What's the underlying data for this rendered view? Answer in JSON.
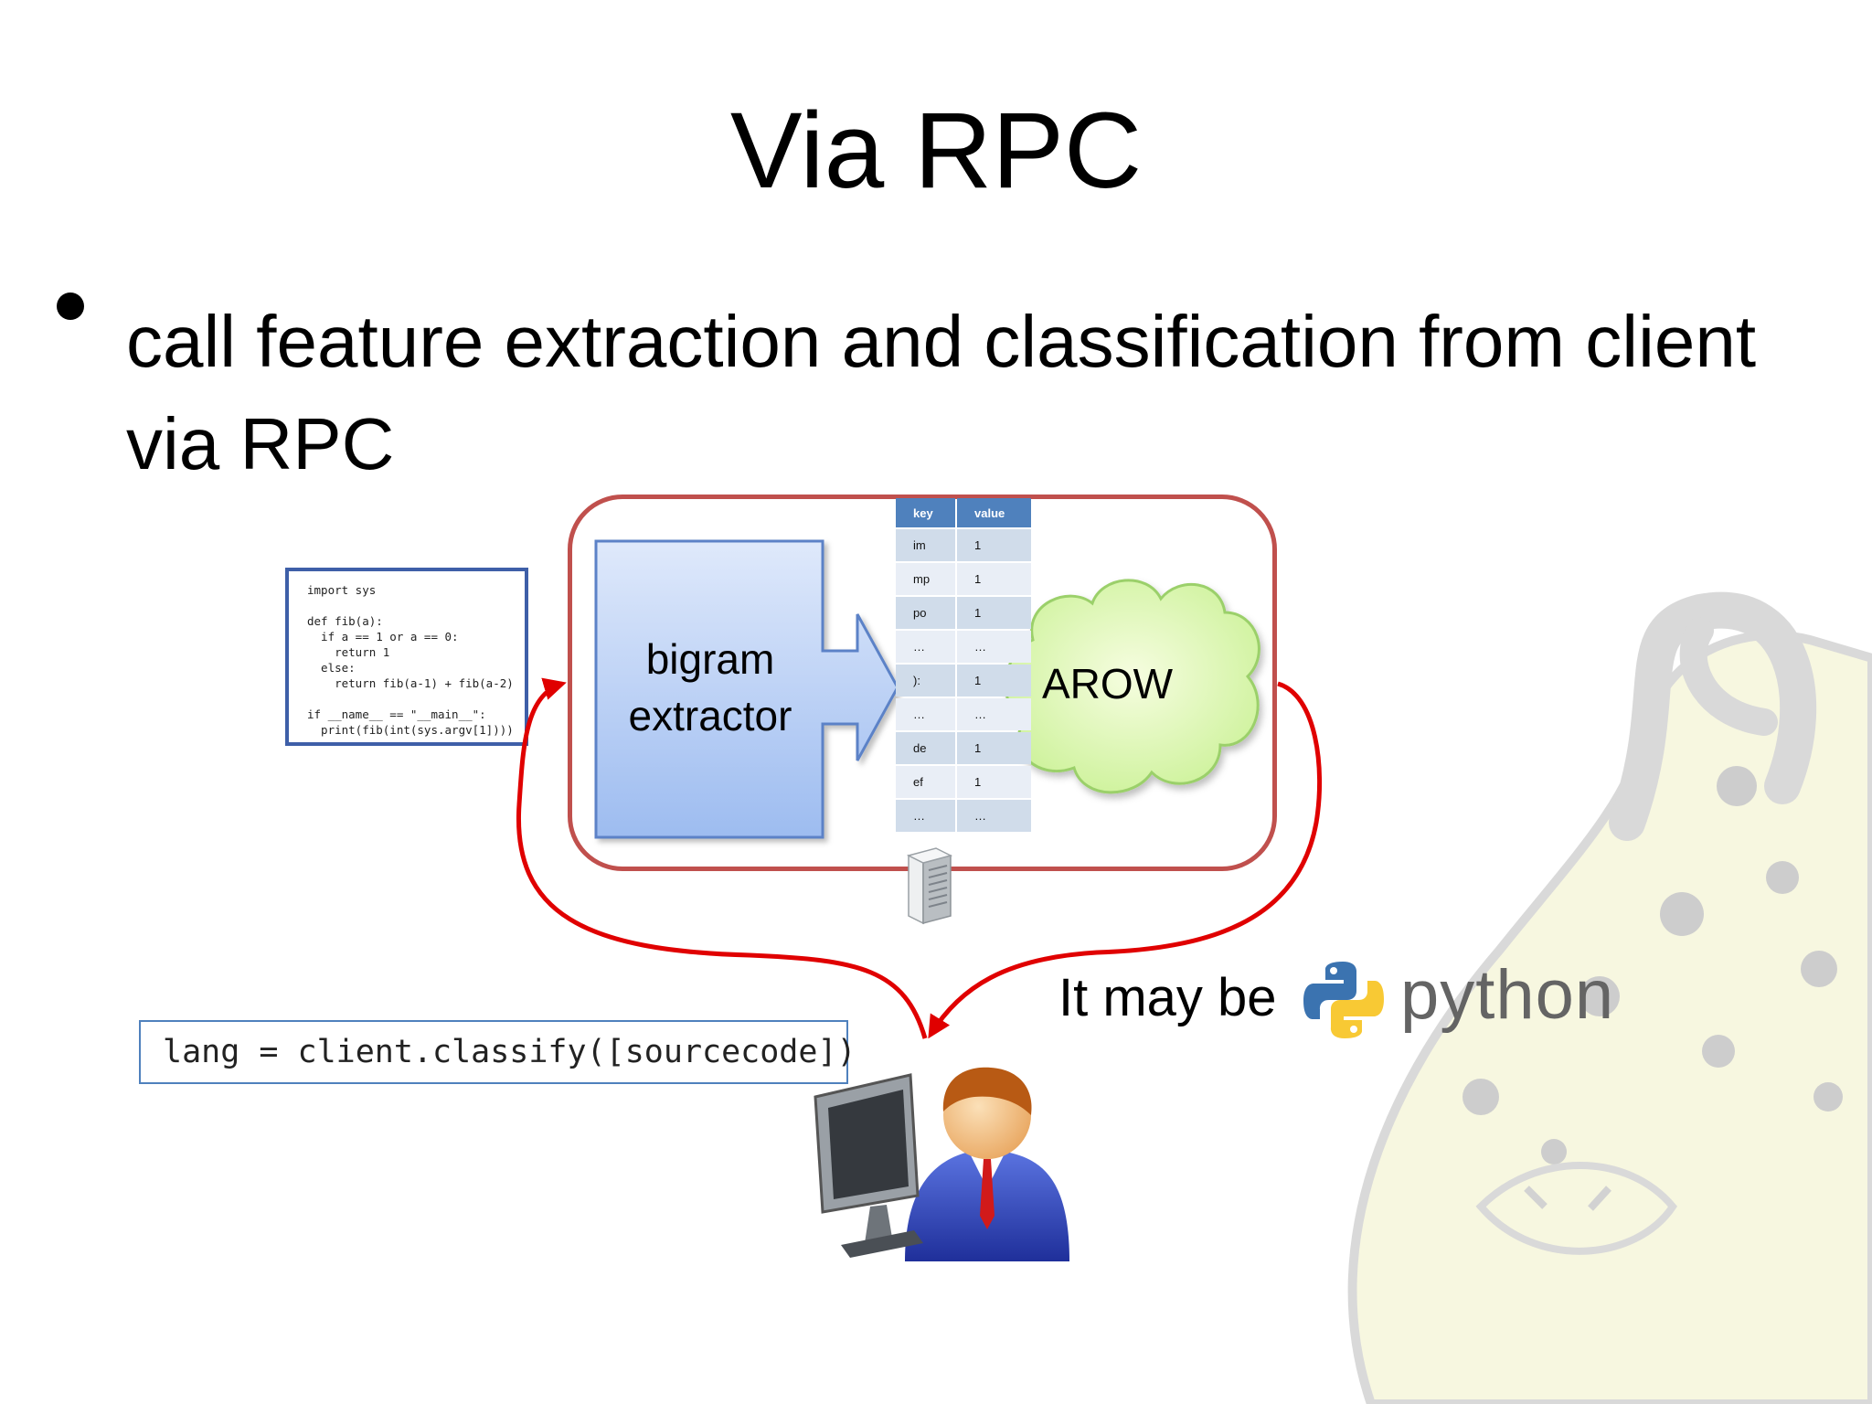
{
  "slide": {
    "title": "Via RPC",
    "bullet": "call feature extraction and classification from client via RPC"
  },
  "code_snippet": {
    "text": "import sys\n\ndef fib(a):\n  if a == 1 or a == 0:\n    return 1\n  else:\n    return fib(a-1) + fib(a-2)\n\nif __name__ == \"__main__\":\n  print(fib(int(sys.argv[1])))"
  },
  "diagram": {
    "extractor_label": "bigram extractor",
    "classifier_label": "AROW",
    "table": {
      "headers": [
        "key",
        "value"
      ],
      "rows": [
        [
          "im",
          "1"
        ],
        [
          "mp",
          "1"
        ],
        [
          "po",
          "1"
        ],
        [
          "…",
          "…"
        ],
        [
          "):",
          "1"
        ],
        [
          "…",
          "…"
        ],
        [
          "de",
          "1"
        ],
        [
          "ef",
          "1"
        ],
        [
          "…",
          "…"
        ]
      ]
    }
  },
  "client": {
    "call": "lang = client.classify([sourcecode])",
    "note": "It may be",
    "logo_word": "python"
  },
  "colors": {
    "frame": "#c0504d",
    "arrows": "#e00000",
    "table_header": "#4f81bd",
    "code_border": "#3e5fa8"
  },
  "icons": [
    "server-icon",
    "user-at-computer-icon",
    "python-logo-icon",
    "cheetah-mascot"
  ]
}
